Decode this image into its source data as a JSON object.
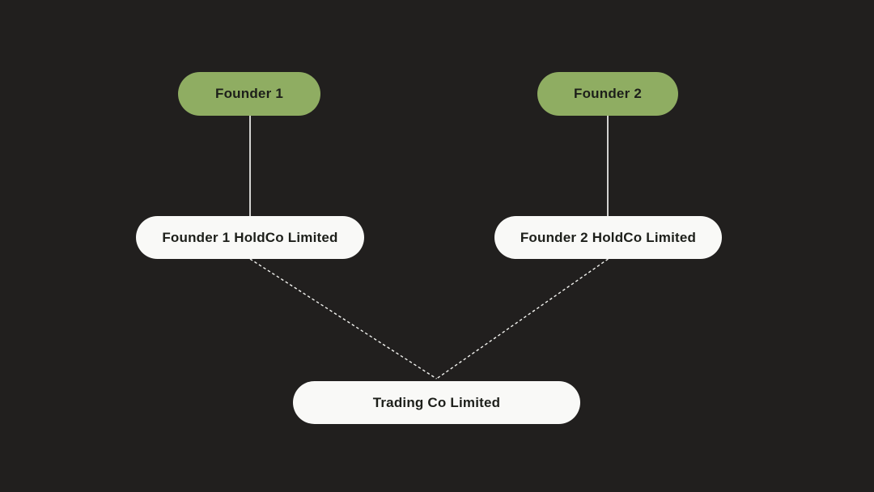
{
  "diagram": {
    "nodes": {
      "founder1": {
        "label": "Founder 1",
        "type": "founder"
      },
      "founder2": {
        "label": "Founder 2",
        "type": "founder"
      },
      "holdco1": {
        "label": "Founder 1 HoldCo Limited",
        "type": "company"
      },
      "holdco2": {
        "label": "Founder 2 HoldCo Limited",
        "type": "company"
      },
      "tradingco": {
        "label": "Trading Co Limited",
        "type": "company"
      }
    },
    "edges": [
      {
        "from": "founder1",
        "to": "holdco1",
        "style": "solid"
      },
      {
        "from": "founder2",
        "to": "holdco2",
        "style": "solid"
      },
      {
        "from": "holdco1",
        "to": "tradingco",
        "style": "dashed"
      },
      {
        "from": "holdco2",
        "to": "tradingco",
        "style": "dashed"
      }
    ],
    "colors": {
      "background": "#211f1e",
      "founder_fill": "#8fad62",
      "company_fill": "#f9f9f7",
      "node_text": "#1d1f1a",
      "connector": "#f2f2ef"
    }
  }
}
